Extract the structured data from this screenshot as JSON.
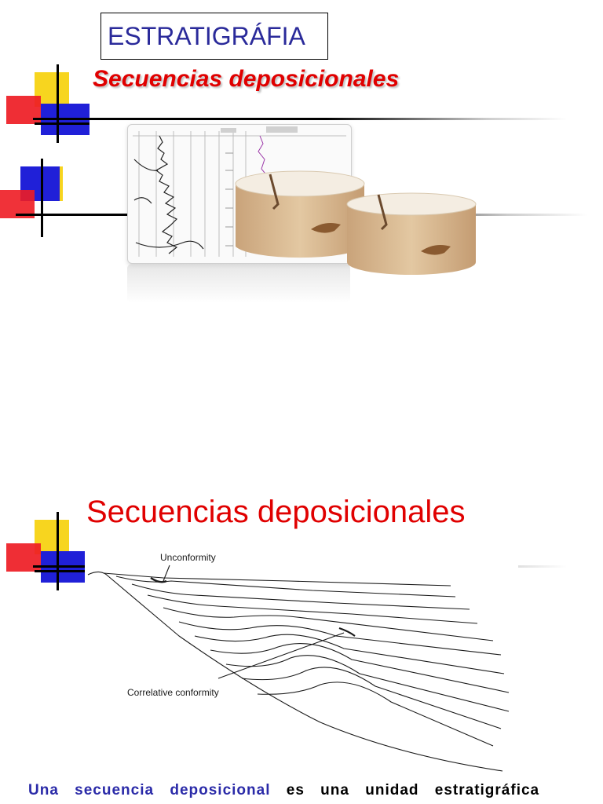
{
  "slide1": {
    "title": "ESTRATIGRÁFIA",
    "subtitle": "Secuencias deposicionales"
  },
  "slide2": {
    "title": "Secuencias deposicionales",
    "diagram": {
      "label_unconformity": "Unconformity",
      "label_correlative": "Correlative conformity"
    },
    "definition": {
      "term": "Una secuencia deposicional",
      "rest": "es una unidad estratigráfica"
    }
  },
  "colors": {
    "title_blue": "#2a2a9a",
    "accent_red": "#e00000",
    "deco_yellow": "#f7d51f",
    "deco_red": "#ee1c24",
    "deco_blue": "#2020d8"
  }
}
